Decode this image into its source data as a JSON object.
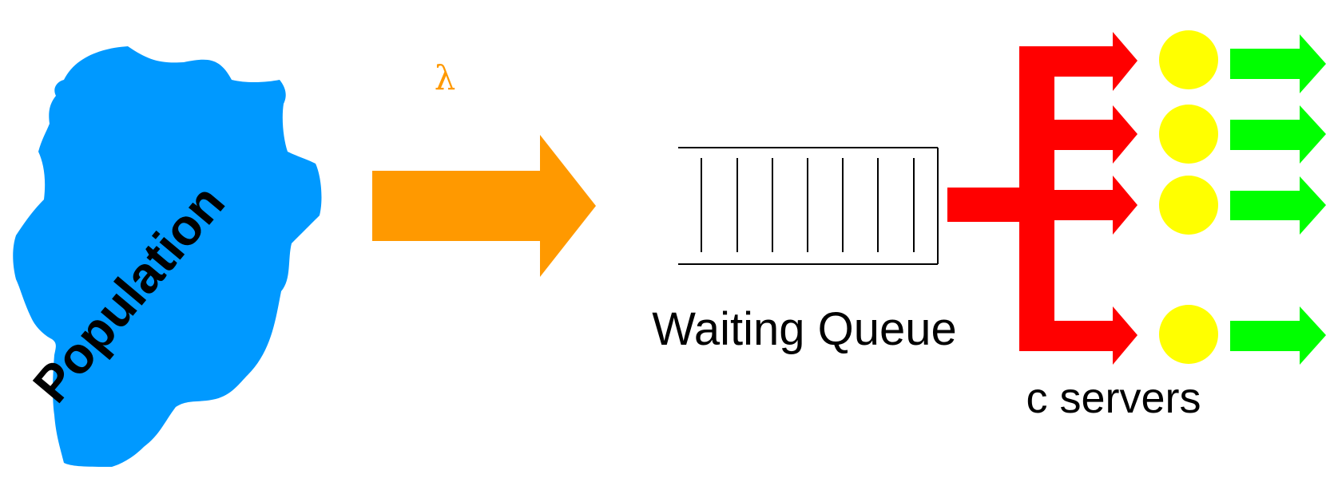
{
  "population": {
    "label": "Population",
    "color": "#0099ff"
  },
  "arrival": {
    "rate_symbol": "λ",
    "color": "#ff9900"
  },
  "queue": {
    "label": "Waiting Queue",
    "slot_count": 7
  },
  "servers": {
    "label": "c servers",
    "count": 4,
    "dispatch_color": "#ff0000",
    "server_color": "#ffff00",
    "departure_color": "#00ff00"
  }
}
